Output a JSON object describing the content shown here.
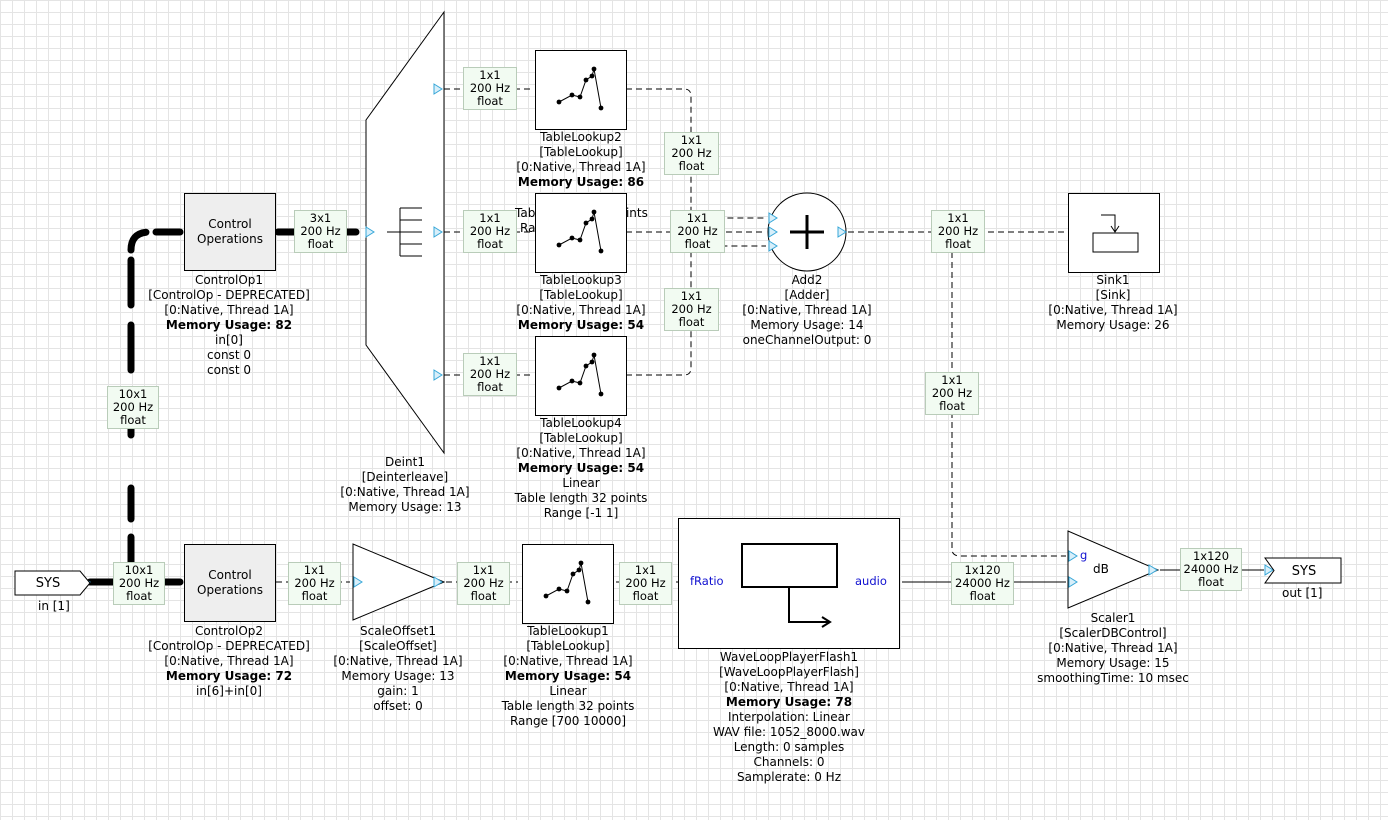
{
  "nodes": {
    "controlop1": {
      "box": "Control\nOperations",
      "lines": [
        "ControlOp1",
        "[ControlOp - DEPRECATED]",
        "[0:Native, Thread 1A]",
        "Memory Usage: 82",
        "in[0]",
        "const 0",
        "const 0"
      ]
    },
    "controlop2": {
      "box": "Control\nOperations",
      "lines": [
        "ControlOp2",
        "[ControlOp - DEPRECATED]",
        "[0:Native, Thread 1A]",
        "Memory Usage: 72",
        "in[6]+in[0]"
      ]
    },
    "deint1": {
      "lines": [
        "Deint1",
        "[Deinterleave]",
        "[0:Native, Thread 1A]",
        "Memory Usage: 13"
      ]
    },
    "tablelookup2": {
      "lines": [
        "TableLookup2",
        "[TableLookup]",
        "[0:Native, Thread 1A]",
        "Memory Usage: 86"
      ]
    },
    "tablelookup3": {
      "lines": [
        "TableLookup3",
        "[TableLookup]",
        "[0:Native, Thread 1A]",
        "Memory Usage: 54"
      ],
      "hidden_text": [
        "Table length 32 points",
        "Range [-1 1]"
      ]
    },
    "tablelookup4": {
      "lines": [
        "TableLookup4",
        "[TableLookup]",
        "[0:Native, Thread 1A]",
        "Memory Usage: 54",
        "Linear",
        "Table length 32 points",
        "Range [-1 1]"
      ]
    },
    "tablelookup1": {
      "lines": [
        "TableLookup1",
        "[TableLookup]",
        "[0:Native, Thread 1A]",
        "Memory Usage: 54",
        "Linear",
        "Table length 32 points",
        "Range [700 10000]"
      ]
    },
    "add2": {
      "lines": [
        "Add2",
        "[Adder]",
        "[0:Native, Thread 1A]",
        "Memory Usage: 14",
        "oneChannelOutput: 0"
      ]
    },
    "sink1": {
      "lines": [
        "Sink1",
        "[Sink]",
        "[0:Native, Thread 1A]",
        "Memory Usage: 26"
      ]
    },
    "scaleoffset1": {
      "lines": [
        "ScaleOffset1",
        "[ScaleOffset]",
        "[0:Native, Thread 1A]",
        "Memory Usage: 13",
        "gain: 1",
        "offset: 0"
      ]
    },
    "waveloop": {
      "port_in": "fRatio",
      "port_out": "audio",
      "lines": [
        "WaveLoopPlayerFlash1",
        "[WaveLoopPlayerFlash]",
        "[0:Native, Thread 1A]",
        "Memory Usage: 78",
        "Interpolation: Linear",
        "WAV file: 1052_8000.wav",
        "Length: 0 samples",
        "Channels: 0",
        "Samplerate: 0 Hz"
      ]
    },
    "scaler1": {
      "box": "dB",
      "port_g": "g",
      "lines": [
        "Scaler1",
        "[ScalerDBControl]",
        "[0:Native, Thread 1A]",
        "Memory Usage: 15",
        "smoothingTime: 10 msec"
      ]
    },
    "sys_in": {
      "box": "SYS",
      "label": "in [1]"
    },
    "sys_out": {
      "box": "SYS",
      "label": "out [1]"
    }
  },
  "wire_tags": {
    "t_10x1_vert": "10x1\n200 Hz\nfloat",
    "t_10x1_in": "10x1\n200 Hz\nfloat",
    "t_3x1": "3x1\n200 Hz\nfloat",
    "t_deint_out1": "1x1\n200 Hz\nfloat",
    "t_deint_out2": "1x1\n200 Hz\nfloat",
    "t_deint_out3": "1x1\n200 Hz\nfloat",
    "t_tl2_out": "1x1\n200 Hz\nfloat",
    "t_tl3_out": "1x1\n200 Hz\nfloat",
    "t_tl4_out": "1x1\n200 Hz\nfloat",
    "t_add_out": "1x1\n200 Hz\nfloat",
    "t_add_to_scaler": "1x1\n200 Hz\nfloat",
    "t_cop2_out": "1x1\n200 Hz\nfloat",
    "t_so_out": "1x1\n200 Hz\nfloat",
    "t_tl1_out": "1x1\n200 Hz\nfloat",
    "t_audio": "1x120\n24000 Hz\nfloat",
    "t_scaler_out": "1x120\n24000 Hz\nfloat"
  },
  "colors": {
    "port": "#37a7d8",
    "grid": "#e4e4e4",
    "tag_bg": "#f2fbf2",
    "port_text": "#1010d0"
  }
}
